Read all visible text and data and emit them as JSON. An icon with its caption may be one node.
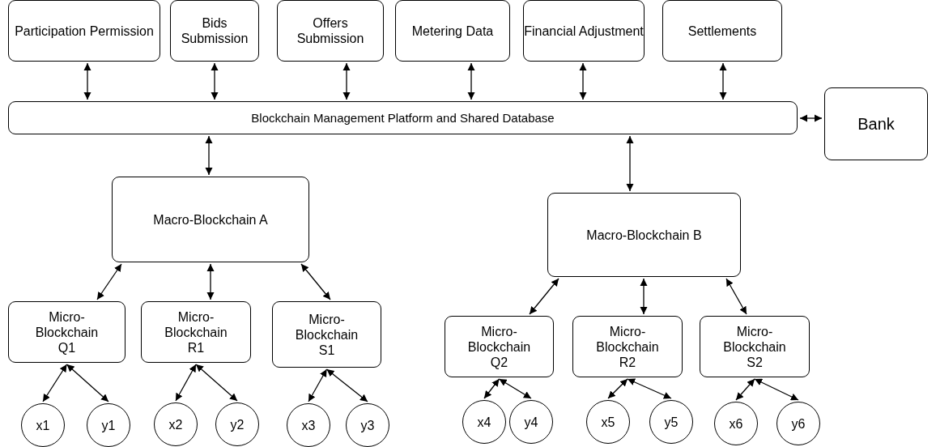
{
  "diagram": {
    "nodes": [
      {
        "text": [
          "Participation Permission"
        ]
      },
      {
        "text": [
          "Bids Submission"
        ]
      },
      {
        "text": [
          "Offers Submission"
        ]
      },
      {
        "text": [
          "Metering Data"
        ]
      },
      {
        "text": [
          "Financial Adjustment"
        ]
      },
      {
        "text": [
          "Settlements"
        ]
      },
      {
        "text": [
          "Blockchain Management Platform and Shared Database"
        ]
      },
      {
        "text": [
          "Bank"
        ]
      },
      {
        "text": [
          "Macro-Blockchain A"
        ]
      },
      {
        "text": [
          "Micro- Blockchain Q1"
        ]
      },
      {
        "text": [
          "Micro- Blockchain R1"
        ]
      },
      {
        "text": [
          "Micro- Blockchain S1"
        ]
      },
      {
        "text": [
          "Macro-Blockchain B"
        ]
      },
      {
        "text": [
          "Micro- Blockchain Q2"
        ]
      },
      {
        "text": [
          "Micro- Blockchain R2"
        ]
      },
      {
        "text": [
          "Micro- Blockchain S2"
        ]
      },
      {
        "text": [
          "x1"
        ]
      },
      {
        "text": [
          "y1"
        ]
      },
      {
        "text": [
          "x2"
        ]
      },
      {
        "text": [
          "y2"
        ]
      },
      {
        "text": [
          "x3"
        ]
      },
      {
        "text": [
          "y3"
        ]
      },
      {
        "text": [
          "x4"
        ]
      },
      {
        "text": [
          "y4"
        ]
      },
      {
        "text": [
          "x5"
        ]
      },
      {
        "text": [
          "y5"
        ]
      },
      {
        "text": [
          "x6"
        ]
      },
      {
        "text": [
          "y6"
        ]
      }
    ],
    "edges": [
      {
        "from": 0,
        "to": 6,
        "arrow": "both"
      },
      {
        "from": 1,
        "to": 6,
        "arrow": "both"
      },
      {
        "from": 2,
        "to": 6,
        "arrow": "both"
      },
      {
        "from": 3,
        "to": 6,
        "arrow": "both"
      },
      {
        "from": 4,
        "to": 6,
        "arrow": "both"
      },
      {
        "from": 5,
        "to": 6,
        "arrow": "both"
      },
      {
        "from": 6,
        "to": 7,
        "arrow": "both"
      },
      {
        "from": 6,
        "to": 8,
        "arrow": "both"
      },
      {
        "from": 6,
        "to": 12,
        "arrow": "both"
      },
      {
        "from": 8,
        "to": 9,
        "arrow": "both"
      },
      {
        "from": 8,
        "to": 10,
        "arrow": "both"
      },
      {
        "from": 8,
        "to": 11,
        "arrow": "both"
      },
      {
        "from": 12,
        "to": 13,
        "arrow": "both"
      },
      {
        "from": 12,
        "to": 14,
        "arrow": "both"
      },
      {
        "from": 12,
        "to": 15,
        "arrow": "both"
      },
      {
        "from": 9,
        "to": 16,
        "arrow": "both"
      },
      {
        "from": 9,
        "to": 17,
        "arrow": "both"
      },
      {
        "from": 10,
        "to": 18,
        "arrow": "both"
      },
      {
        "from": 10,
        "to": 19,
        "arrow": "both"
      },
      {
        "from": 11,
        "to": 20,
        "arrow": "both"
      },
      {
        "from": 11,
        "to": 21,
        "arrow": "both"
      },
      {
        "from": 13,
        "to": 22,
        "arrow": "both"
      },
      {
        "from": 13,
        "to": 23,
        "arrow": "both"
      },
      {
        "from": 14,
        "to": 24,
        "arrow": "both"
      },
      {
        "from": 14,
        "to": 25,
        "arrow": "both"
      },
      {
        "from": 15,
        "to": 26,
        "arrow": "both"
      },
      {
        "from": 15,
        "to": 27,
        "arrow": "both"
      }
    ]
  }
}
